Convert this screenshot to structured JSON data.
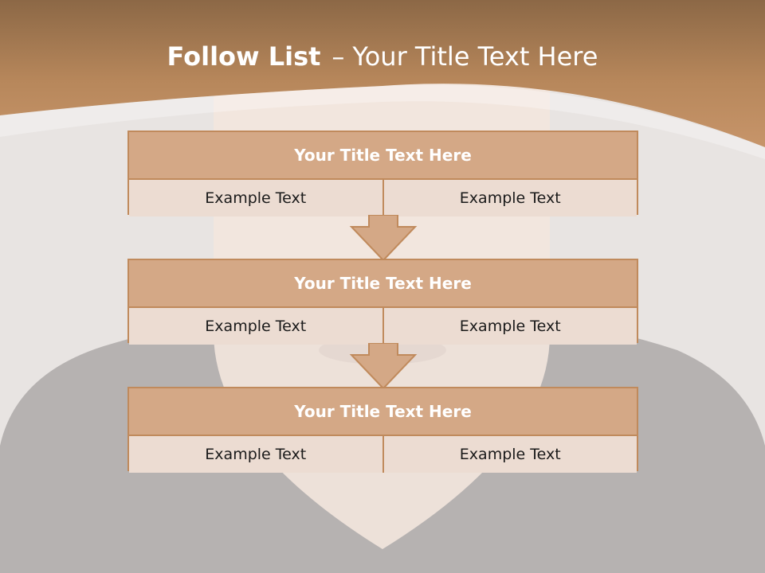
{
  "slide": {
    "title_bold": "Follow List",
    "title_dash": "–",
    "title_rest": "Your Title Text Here"
  },
  "steps": [
    {
      "title": "Your Title Text Here",
      "left": "Example Text",
      "right": "Example Text"
    },
    {
      "title": "Your Title Text Here",
      "left": "Example Text",
      "right": "Example Text"
    },
    {
      "title": "Your Title Text Here",
      "left": "Example Text",
      "right": "Example Text"
    }
  ],
  "colors": {
    "header_brown": "#a8754c",
    "box_header": "#d4a886",
    "box_cell": "#ecdcd2",
    "border": "#c08a5c"
  }
}
